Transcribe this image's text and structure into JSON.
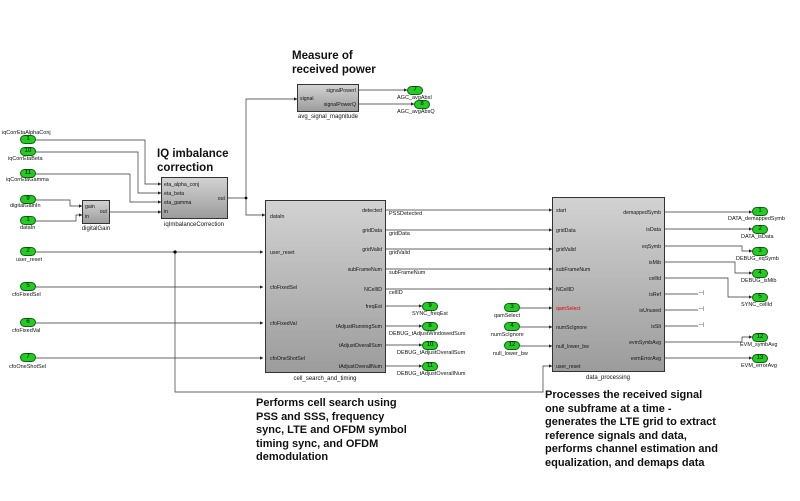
{
  "annotations": {
    "power_title_1": "Measure of",
    "power_title_2": "received power",
    "iq_title_1": "IQ imbalance",
    "iq_title_2": "correction",
    "cell_note": [
      "Performs cell search using",
      "PSS and SSS, frequency",
      "sync, LTE and OFDM symbol",
      "timing sync, and OFDM",
      "demodulation"
    ],
    "proc_note": [
      "Processes the received signal",
      "one subframe at a time -",
      "generates the LTE grid to extract",
      "reference signals and data,",
      "performs channel estimation and",
      "equalization, and demaps data"
    ]
  },
  "inports": [
    {
      "num": "1",
      "label": "iqCorrEtaAlphaConj"
    },
    {
      "num": "10",
      "label": "iqCorrEtaBeta"
    },
    {
      "num": "11",
      "label": "iqCorrEtaGamma"
    },
    {
      "num": "9",
      "label": "digitalGainIn"
    },
    {
      "num": "1",
      "label": "dataIn"
    },
    {
      "num": "2",
      "label": "user_reset"
    },
    {
      "num": "5",
      "label": "cfoFixedSel"
    },
    {
      "num": "6",
      "label": "cfoFixedVal"
    },
    {
      "num": "7",
      "label": "cfoOneShotSel"
    },
    {
      "num": "3",
      "label": "qamSelect"
    },
    {
      "num": "4",
      "label": "numScIgnore"
    },
    {
      "num": "12",
      "label": "null_lower_bw"
    }
  ],
  "outports": [
    {
      "num": "7",
      "label": "AGC_avgAbsI"
    },
    {
      "num": "8",
      "label": "AGC_avgAbsQ"
    },
    {
      "num": "9",
      "label": "SYNC_freqEst"
    },
    {
      "num": "8",
      "label": "DEBUG_tAdjustWindowedSum"
    },
    {
      "num": "10",
      "label": "DEBUG_tAdjustOverallSum"
    },
    {
      "num": "11",
      "label": "DEBUG_tAdjustOverallNum"
    },
    {
      "num": "1",
      "label": "DATA_demappedSymb"
    },
    {
      "num": "2",
      "label": "DATA_isData"
    },
    {
      "num": "3",
      "label": "DEBUG_eqSymb"
    },
    {
      "num": "4",
      "label": "DEBUG_isMib"
    },
    {
      "num": "5",
      "label": "SYNC_cellId"
    },
    {
      "num": "12",
      "label": "EVM_symbAvg"
    },
    {
      "num": "13",
      "label": "EVM_errorAvg"
    }
  ],
  "blocks": {
    "digital_gain": {
      "name": "digitalGain",
      "in_ports": [
        "gain",
        "in"
      ],
      "out_ports": [
        "out"
      ]
    },
    "iq_corr": {
      "name": "iqImbalanceCorrection",
      "in_ports": [
        "eta_alpha_conj",
        "eta_beta",
        "eta_gamma",
        "in"
      ],
      "out_ports": [
        "out"
      ]
    },
    "avg_mag": {
      "name": "avg_signal_magnitude",
      "in_ports": [
        "signal"
      ],
      "out_ports": [
        "signalPowerI",
        "signalPowerQ"
      ]
    },
    "cell_search": {
      "name": "cell_search_and_timing",
      "in_ports": [
        "dataIn",
        "user_reset",
        "cfoFixedSel",
        "cfoFixedVal",
        "cfoOneShotSel"
      ],
      "out_ports": [
        "detected",
        "gridData",
        "gridValid",
        "subFrameNum",
        "NCellID",
        "freqEst",
        "tAdjustRunningSum",
        "tAdjustOverallSum",
        "tAdjustOverallNum"
      ]
    },
    "data_proc": {
      "name": "data_processing",
      "in_ports": [
        "start",
        "gridData",
        "gridValid",
        "subFrameNum",
        "NCellID",
        "qamSelect",
        "numScIgnore",
        "null_lower_bw",
        "user_reset"
      ],
      "out_ports": [
        "demappedSymb",
        "isData",
        "eqSymb",
        "isMib",
        "cellId",
        "isRef",
        "isUnused",
        "isSlt",
        "evmSymbAvg",
        "evmErrorAvg"
      ]
    }
  },
  "signals": [
    "PSSDetected",
    "gridData",
    "gridValid",
    "subFrameNum",
    "cellID"
  ],
  "colors": {
    "port_fill": "#22cc22",
    "qam_port_text": "#e00000",
    "block_top": "#d2d2d2",
    "block_bottom": "#9c9c9c"
  }
}
